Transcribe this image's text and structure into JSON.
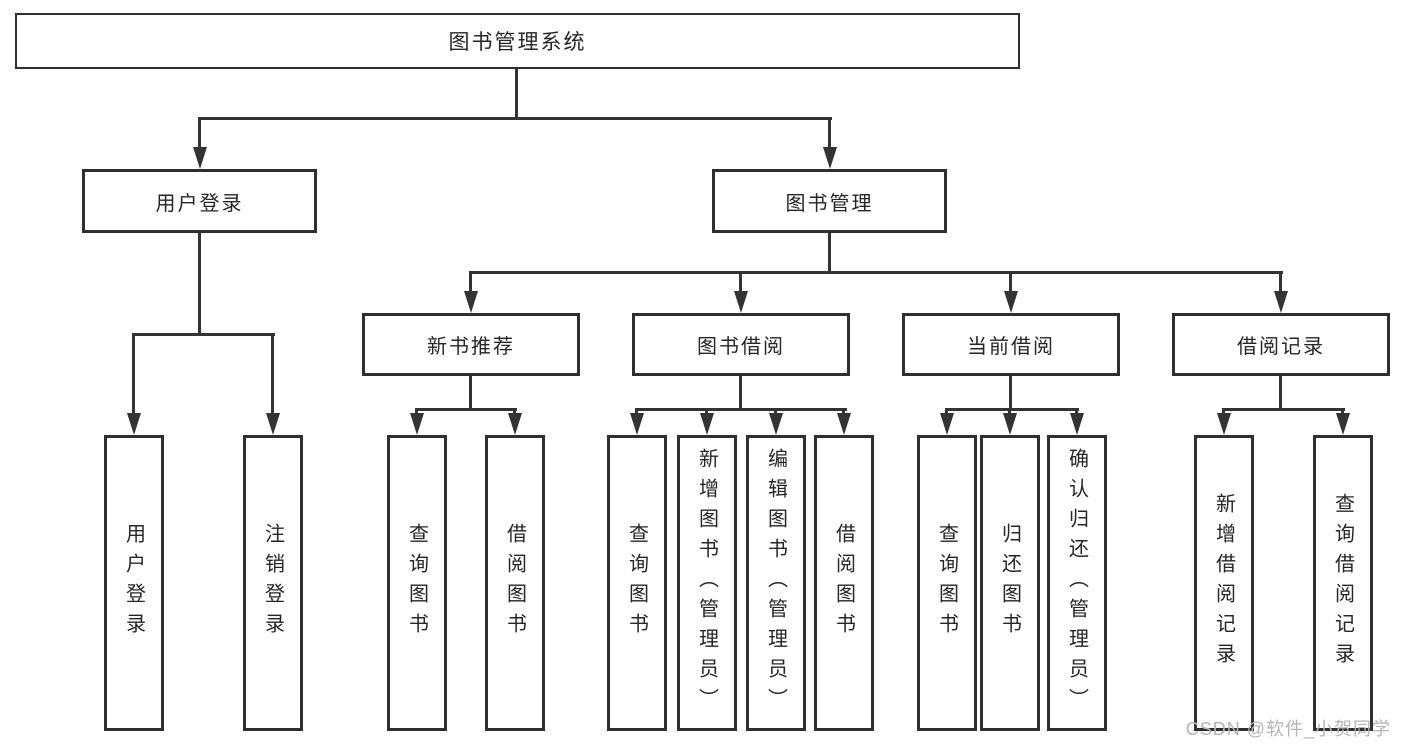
{
  "watermark": {
    "text": "CSDN @软件_小贺同学"
  },
  "colors": {
    "line": "#333333",
    "box_border": "#2f2f2f",
    "text": "#262626",
    "watermark": "#b5b5b5",
    "background": "#ffffff"
  },
  "tree": {
    "root": {
      "label": "图书管理系统",
      "children": [
        {
          "label": "用户登录",
          "children": [
            {
              "label": "用户登录"
            },
            {
              "label": "注销登录"
            }
          ]
        },
        {
          "label": "图书管理",
          "children": [
            {
              "label": "新书推荐",
              "children": [
                {
                  "label": "查询图书"
                },
                {
                  "label": "借阅图书"
                }
              ]
            },
            {
              "label": "图书借阅",
              "children": [
                {
                  "label": "查询图书"
                },
                {
                  "label": "新增图书（管理员）"
                },
                {
                  "label": "编辑图书（管理员）"
                },
                {
                  "label": "借阅图书"
                }
              ]
            },
            {
              "label": "当前借阅",
              "children": [
                {
                  "label": "查询图书"
                },
                {
                  "label": "归还图书"
                },
                {
                  "label": "确认归还（管理员）"
                }
              ]
            },
            {
              "label": "借阅记录",
              "children": [
                {
                  "label": "新增借阅记录"
                },
                {
                  "label": "查询借阅记录"
                }
              ]
            }
          ]
        }
      ]
    }
  }
}
